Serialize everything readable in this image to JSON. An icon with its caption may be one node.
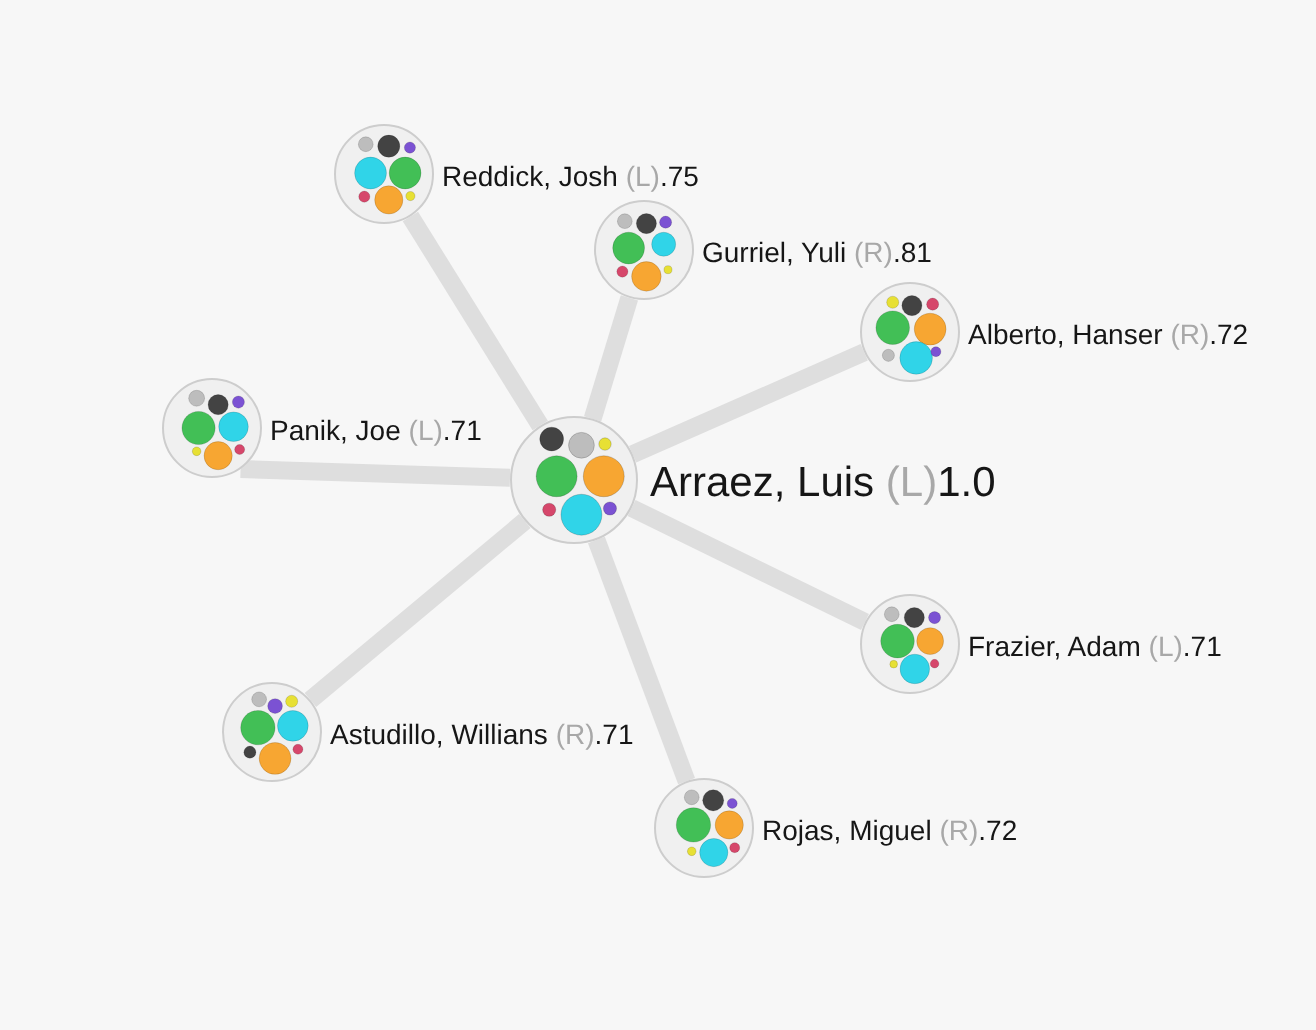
{
  "diagram": {
    "nodes": [
      {
        "text": [],
        "shape": "circle",
        "beside": [
          "Arraez, Luis",
          "(L)",
          "1.0"
        ]
      },
      {
        "text": [],
        "shape": "circle",
        "beside": [
          "Reddick, Josh",
          "(L)",
          ".75"
        ]
      },
      {
        "text": [],
        "shape": "circle",
        "beside": [
          "Gurriel, Yuli",
          "(R)",
          ".81"
        ]
      },
      {
        "text": [],
        "shape": "circle",
        "beside": [
          "Alberto, Hanser",
          "(R)",
          ".72"
        ]
      },
      {
        "text": [],
        "shape": "circle",
        "beside": [
          "Panik, Joe",
          "(L)",
          ".71"
        ]
      },
      {
        "text": [],
        "shape": "circle",
        "beside": [
          "Frazier, Adam",
          "(L)",
          ".71"
        ]
      },
      {
        "text": [],
        "shape": "circle",
        "beside": [
          "Astudillo, Willians",
          "(R)",
          ".71"
        ]
      },
      {
        "text": [],
        "shape": "circle",
        "beside": [
          "Rojas, Miguel",
          "(R)",
          ".72"
        ]
      }
    ],
    "edges": [
      {
        "from": 0,
        "to": 1,
        "arrow": "none"
      },
      {
        "from": 0,
        "to": 2,
        "arrow": "none"
      },
      {
        "from": 0,
        "to": 3,
        "arrow": "none"
      },
      {
        "from": 0,
        "to": 4,
        "arrow": "none"
      },
      {
        "from": 0,
        "to": 5,
        "arrow": "none"
      },
      {
        "from": 0,
        "to": 6,
        "arrow": "none"
      },
      {
        "from": 0,
        "to": 7,
        "arrow": "none"
      }
    ]
  }
}
